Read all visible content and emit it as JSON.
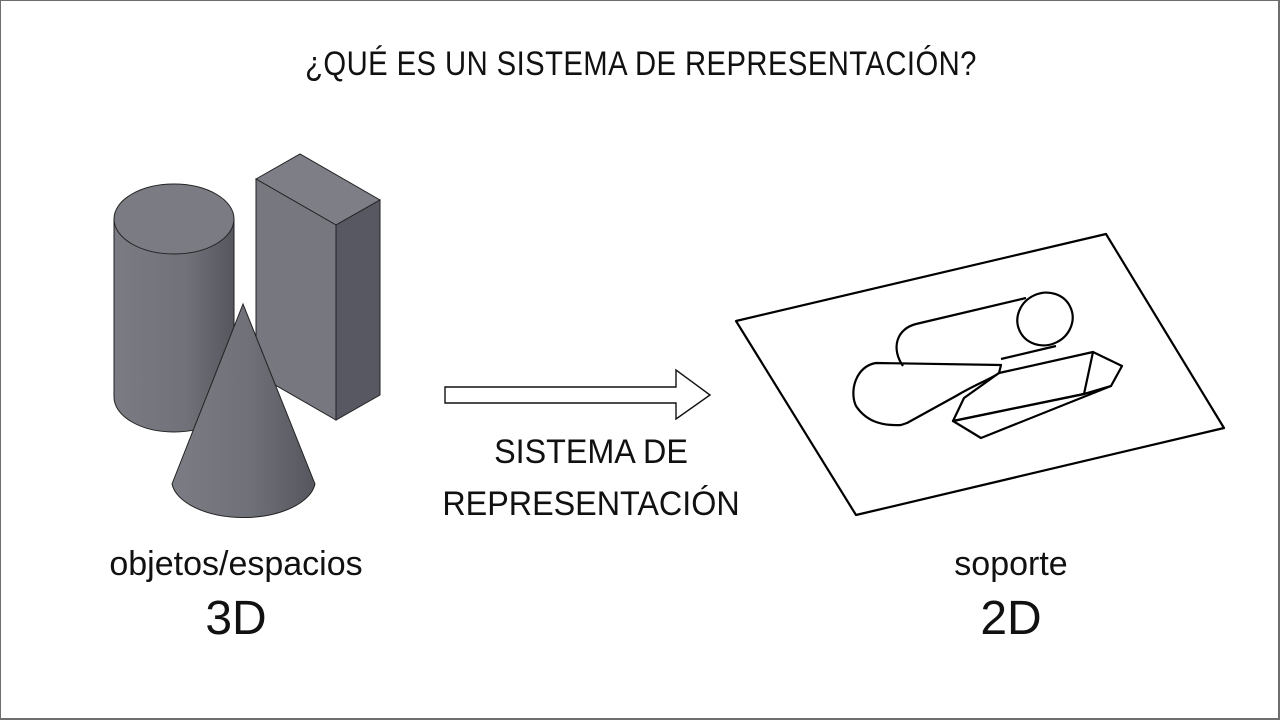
{
  "slide": {
    "title": "¿QUÉ ES UN SISTEMA DE REPRESENTACIÓN?",
    "left": {
      "caption": "objetos/espacios",
      "dimension": "3D",
      "objects": [
        "cylinder",
        "rectangular-prism",
        "cone"
      ],
      "fill_color": "#76777f"
    },
    "arrow": {
      "caption_line1": "SISTEMA DE",
      "caption_line2": "REPRESENTACIÓN"
    },
    "right": {
      "caption": "soporte",
      "dimension": "2D",
      "objects": [
        "sheet",
        "cylinder-outline",
        "cone-outline",
        "prism-outline"
      ]
    }
  }
}
